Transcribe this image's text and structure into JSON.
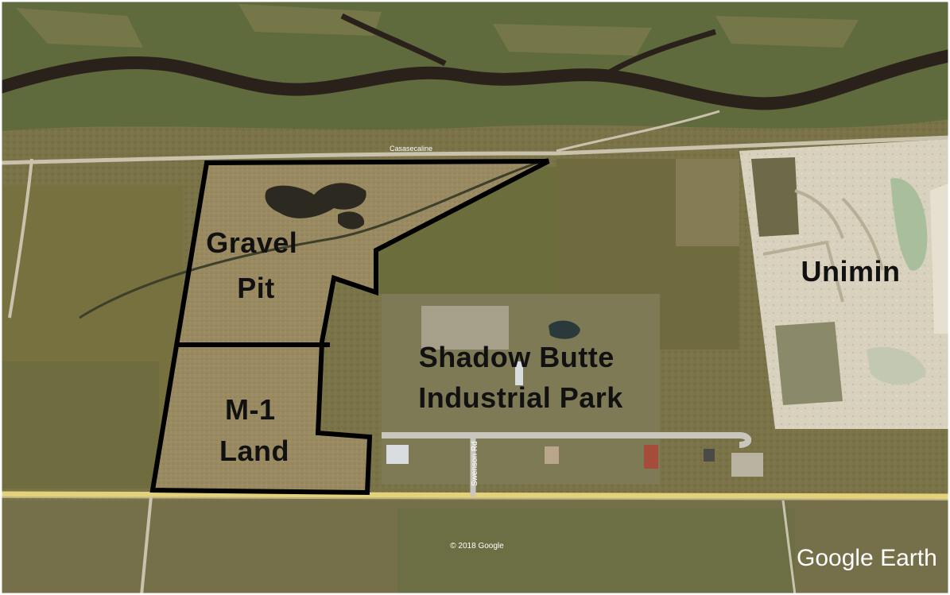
{
  "map": {
    "labels": {
      "gravel_pit": [
        "Gravel",
        "Pit"
      ],
      "m1_land": [
        "M-1",
        "Land"
      ],
      "shadow_butte": [
        "Shadow Butte",
        "Industrial Park"
      ],
      "unimin": "Unimin"
    },
    "attribution": {
      "copyright": "© 2018 Google",
      "brand": "Google Earth"
    },
    "road_labels": {
      "street": "Swenson Rd",
      "top_road": "Casasecaline"
    },
    "colors": {
      "boundary": "#000000",
      "river": "#2a1f1a",
      "farmland": "#7b7448",
      "dry_field": "#9c8c63",
      "highway": "#e6d36a",
      "quarry": "#d9d3c0"
    }
  }
}
